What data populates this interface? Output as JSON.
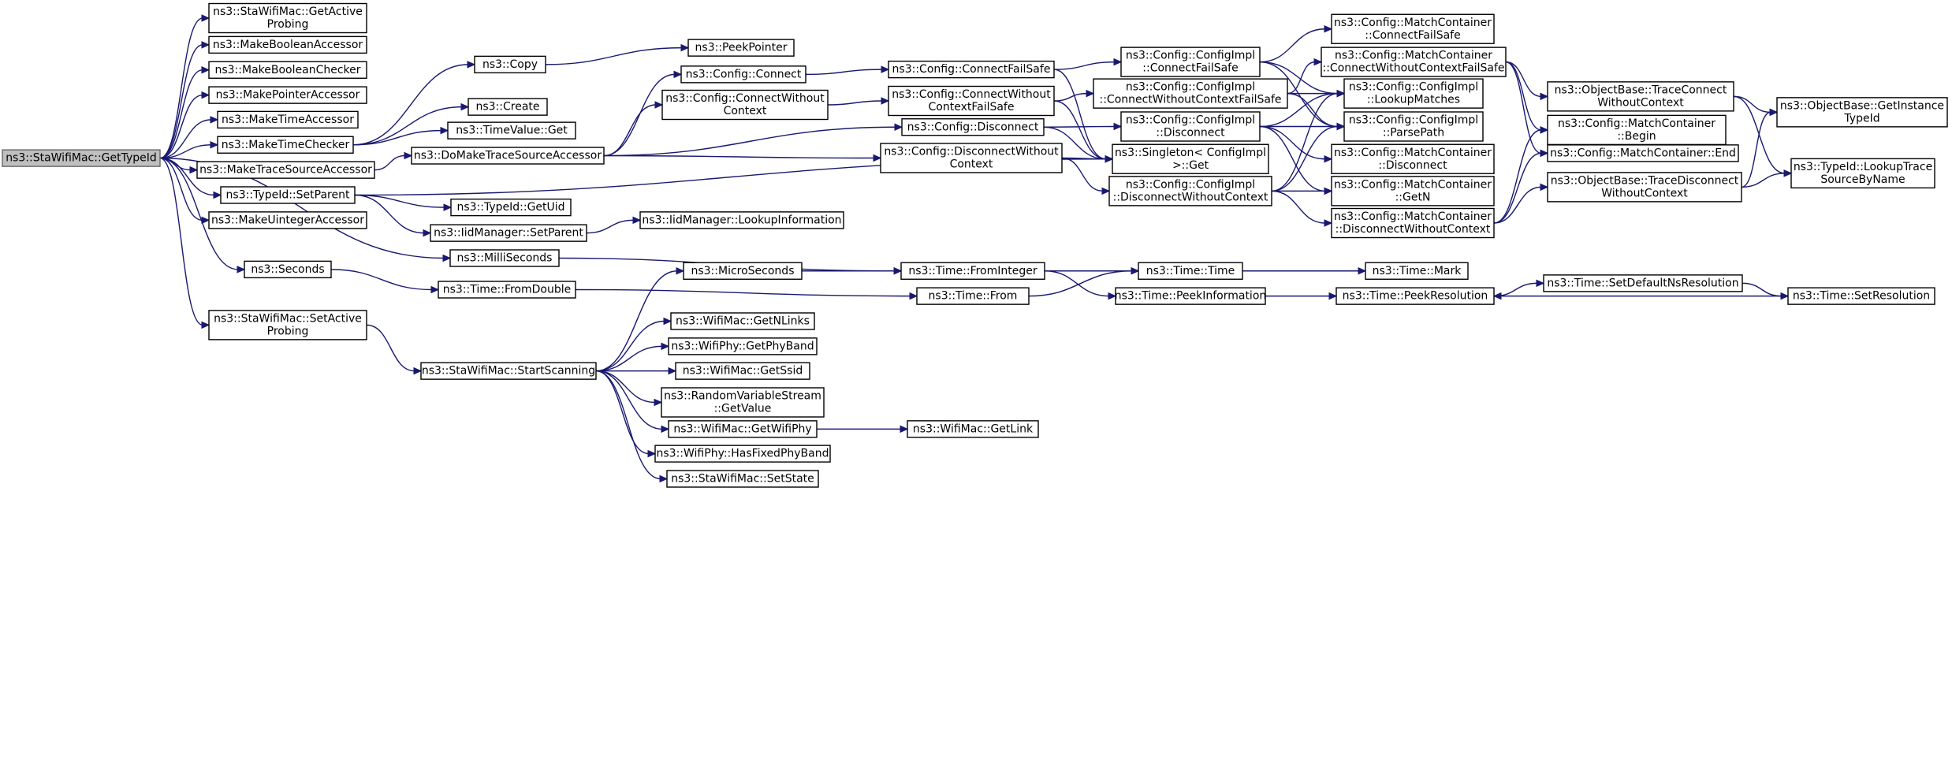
{
  "graph": {
    "root": "ns3::StaWifiMac::GetTypeId",
    "nodes": {
      "getTypeId": [
        "ns3::StaWifiMac::GetTypeId"
      ],
      "getActiveProbing": [
        "ns3::StaWifiMac::GetActive",
        "Probing"
      ],
      "makeBoolAcc": [
        "ns3::MakeBooleanAccessor"
      ],
      "makeBoolChk": [
        "ns3::MakeBooleanChecker"
      ],
      "makePtrAcc": [
        "ns3::MakePointerAccessor"
      ],
      "makeTimeAcc": [
        "ns3::MakeTimeAccessor"
      ],
      "makeTimeChk": [
        "ns3::MakeTimeChecker"
      ],
      "makeTraceSrcAcc": [
        "ns3::MakeTraceSourceAccessor"
      ],
      "setParent": [
        "ns3::TypeId::SetParent"
      ],
      "makeUintAcc": [
        "ns3::MakeUintegerAccessor"
      ],
      "seconds": [
        "ns3::Seconds"
      ],
      "setActiveProbing": [
        "ns3::StaWifiMac::SetActive",
        "Probing"
      ],
      "copy": [
        "ns3::Copy"
      ],
      "peekPointer": [
        "ns3::PeekPointer"
      ],
      "create": [
        "ns3::Create"
      ],
      "timeValueGet": [
        "ns3::TimeValue::Get"
      ],
      "doMakeTraceSrcAcc": [
        "ns3::DoMakeTraceSourceAccessor"
      ],
      "getUid": [
        "ns3::TypeId::GetUid"
      ],
      "iidSetParent": [
        "ns3::IidManager::SetParent"
      ],
      "iidLookupInfo": [
        "ns3::IidManager::LookupInformation"
      ],
      "milliSeconds": [
        "ns3::MilliSeconds"
      ],
      "timeFromDouble": [
        "ns3::Time::FromDouble"
      ],
      "startScanning": [
        "ns3::StaWifiMac::StartScanning"
      ],
      "configConnect": [
        "ns3::Config::Connect"
      ],
      "configConnectWithoutCtx": [
        "ns3::Config::ConnectWithout",
        "Context"
      ],
      "configConnectFailSafe": [
        "ns3::Config::ConnectFailSafe"
      ],
      "configConnectWithoutCtxFS": [
        "ns3::Config::ConnectWithout",
        "ContextFailSafe"
      ],
      "configDisconnect": [
        "ns3::Config::Disconnect"
      ],
      "configDisconnectWithoutCtx": [
        "ns3::Config::DisconnectWithout",
        "Context"
      ],
      "implConnectFailSafe": [
        "ns3::Config::ConfigImpl",
        "::ConnectFailSafe"
      ],
      "implConnectWithoutCtxFS": [
        "ns3::Config::ConfigImpl",
        "::ConnectWithoutContextFailSafe"
      ],
      "implDisconnect": [
        "ns3::Config::ConfigImpl",
        "::Disconnect"
      ],
      "singletonGet": [
        "ns3::Singleton< ConfigImpl",
        " >::Get"
      ],
      "implDisconnectWithoutCtx": [
        "ns3::Config::ConfigImpl",
        "::DisconnectWithoutContext"
      ],
      "mcConnectFailSafe": [
        "ns3::Config::MatchContainer",
        "::ConnectFailSafe"
      ],
      "mcConnectWithoutCtxFS": [
        "ns3::Config::MatchContainer",
        "::ConnectWithoutContextFailSafe"
      ],
      "implLookupMatches": [
        "ns3::Config::ConfigImpl",
        "::LookupMatches"
      ],
      "implParsePath": [
        "ns3::Config::ConfigImpl",
        "::ParsePath"
      ],
      "mcDisconnect": [
        "ns3::Config::MatchContainer",
        "::Disconnect"
      ],
      "mcGetN": [
        "ns3::Config::MatchContainer",
        "::GetN"
      ],
      "mcDisconnectWithoutCtx": [
        "ns3::Config::MatchContainer",
        "::DisconnectWithoutContext"
      ],
      "obTraceConnectWithoutCtx": [
        "ns3::ObjectBase::TraceConnect",
        "WithoutContext"
      ],
      "mcBegin": [
        "ns3::Config::MatchContainer",
        "::Begin"
      ],
      "mcEnd": [
        "ns3::Config::MatchContainer::End"
      ],
      "obTraceDisconnectWithoutCtx": [
        "ns3::ObjectBase::TraceDisconnect",
        "WithoutContext"
      ],
      "obGetInstanceTypeId": [
        "ns3::ObjectBase::GetInstance",
        "TypeId"
      ],
      "typeIdLookupTraceSrc": [
        "ns3::TypeId::LookupTrace",
        "SourceByName"
      ],
      "microSeconds": [
        "ns3::MicroSeconds"
      ],
      "timeFromInteger": [
        "ns3::Time::FromInteger"
      ],
      "timeFrom": [
        "ns3::Time::From"
      ],
      "timeTime": [
        "ns3::Time::Time"
      ],
      "timePeekInfo": [
        "ns3::Time::PeekInformation"
      ],
      "timeMark": [
        "ns3::Time::Mark"
      ],
      "timePeekRes": [
        "ns3::Time::PeekResolution"
      ],
      "timeSetDefaultNsRes": [
        "ns3::Time::SetDefaultNsResolution"
      ],
      "timeSetRes": [
        "ns3::Time::SetResolution"
      ],
      "wifiMacGetNLinks": [
        "ns3::WifiMac::GetNLinks"
      ],
      "wifiPhyGetPhyBand": [
        "ns3::WifiPhy::GetPhyBand"
      ],
      "wifiMacGetSsid": [
        "ns3::WifiMac::GetSsid"
      ],
      "rvsGetValue": [
        "ns3::RandomVariableStream",
        "::GetValue"
      ],
      "wifiMacGetWifiPhy": [
        "ns3::WifiMac::GetWifiPhy"
      ],
      "wifiMacGetLink": [
        "ns3::WifiMac::GetLink"
      ],
      "wifiPhyHasFixedPhyBand": [
        "ns3::WifiPhy::HasFixedPhyBand"
      ],
      "staSetState": [
        "ns3::StaWifiMac::SetState"
      ]
    },
    "edges": [
      [
        "getTypeId",
        "getActiveProbing"
      ],
      [
        "getTypeId",
        "makeBoolAcc"
      ],
      [
        "getTypeId",
        "makeBoolChk"
      ],
      [
        "getTypeId",
        "makePtrAcc"
      ],
      [
        "getTypeId",
        "makeTimeAcc"
      ],
      [
        "getTypeId",
        "makeTimeChk"
      ],
      [
        "getTypeId",
        "makeTraceSrcAcc"
      ],
      [
        "getTypeId",
        "setParent"
      ],
      [
        "getTypeId",
        "makeUintAcc"
      ],
      [
        "getTypeId",
        "milliSeconds"
      ],
      [
        "getTypeId",
        "seconds"
      ],
      [
        "getTypeId",
        "setActiveProbing"
      ],
      [
        "makeTimeChk",
        "copy"
      ],
      [
        "makeTimeChk",
        "create"
      ],
      [
        "makeTimeChk",
        "timeValueGet"
      ],
      [
        "copy",
        "peekPointer"
      ],
      [
        "makeTraceSrcAcc",
        "doMakeTraceSrcAcc"
      ],
      [
        "doMakeTraceSrcAcc",
        "configConnect"
      ],
      [
        "doMakeTraceSrcAcc",
        "configConnectWithoutCtx"
      ],
      [
        "doMakeTraceSrcAcc",
        "configDisconnect"
      ],
      [
        "doMakeTraceSrcAcc",
        "configDisconnectWithoutCtx"
      ],
      [
        "setParent",
        "singletonGet"
      ],
      [
        "setParent",
        "getUid"
      ],
      [
        "setParent",
        "iidSetParent"
      ],
      [
        "iidSetParent",
        "iidLookupInfo"
      ],
      [
        "milliSeconds",
        "timeFromInteger"
      ],
      [
        "seconds",
        "timeFromDouble"
      ],
      [
        "timeFromDouble",
        "timeFrom"
      ],
      [
        "setActiveProbing",
        "startScanning"
      ],
      [
        "configConnect",
        "configConnectFailSafe"
      ],
      [
        "configConnectWithoutCtx",
        "configConnectWithoutCtxFS"
      ],
      [
        "configConnectFailSafe",
        "implConnectFailSafe"
      ],
      [
        "configConnectFailSafe",
        "singletonGet"
      ],
      [
        "configConnectWithoutCtxFS",
        "implConnectWithoutCtxFS"
      ],
      [
        "configConnectWithoutCtxFS",
        "singletonGet"
      ],
      [
        "configDisconnect",
        "implDisconnect"
      ],
      [
        "configDisconnect",
        "singletonGet"
      ],
      [
        "configDisconnectWithoutCtx",
        "singletonGet"
      ],
      [
        "configDisconnectWithoutCtx",
        "implDisconnectWithoutCtx"
      ],
      [
        "implConnectFailSafe",
        "mcConnectFailSafe"
      ],
      [
        "implConnectFailSafe",
        "implLookupMatches"
      ],
      [
        "implConnectFailSafe",
        "implParsePath"
      ],
      [
        "implConnectWithoutCtxFS",
        "mcConnectWithoutCtxFS"
      ],
      [
        "implConnectWithoutCtxFS",
        "implLookupMatches"
      ],
      [
        "implConnectWithoutCtxFS",
        "implParsePath"
      ],
      [
        "implDisconnect",
        "implLookupMatches"
      ],
      [
        "implDisconnect",
        "implParsePath"
      ],
      [
        "implDisconnect",
        "mcDisconnect"
      ],
      [
        "implDisconnect",
        "mcGetN"
      ],
      [
        "implDisconnectWithoutCtx",
        "implLookupMatches"
      ],
      [
        "implDisconnectWithoutCtx",
        "implParsePath"
      ],
      [
        "implDisconnectWithoutCtx",
        "mcGetN"
      ],
      [
        "implDisconnectWithoutCtx",
        "mcDisconnectWithoutCtx"
      ],
      [
        "mcConnectWithoutCtxFS",
        "obTraceConnectWithoutCtx"
      ],
      [
        "mcConnectWithoutCtxFS",
        "mcBegin"
      ],
      [
        "mcConnectWithoutCtxFS",
        "mcEnd"
      ],
      [
        "mcDisconnectWithoutCtx",
        "mcBegin"
      ],
      [
        "mcDisconnectWithoutCtx",
        "mcEnd"
      ],
      [
        "mcDisconnectWithoutCtx",
        "obTraceDisconnectWithoutCtx"
      ],
      [
        "obTraceConnectWithoutCtx",
        "obGetInstanceTypeId"
      ],
      [
        "obTraceConnectWithoutCtx",
        "typeIdLookupTraceSrc"
      ],
      [
        "obTraceDisconnectWithoutCtx",
        "obGetInstanceTypeId"
      ],
      [
        "obTraceDisconnectWithoutCtx",
        "typeIdLookupTraceSrc"
      ],
      [
        "startScanning",
        "microSeconds"
      ],
      [
        "startScanning",
        "wifiMacGetNLinks"
      ],
      [
        "startScanning",
        "wifiPhyGetPhyBand"
      ],
      [
        "startScanning",
        "wifiMacGetSsid"
      ],
      [
        "startScanning",
        "rvsGetValue"
      ],
      [
        "startScanning",
        "wifiMacGetWifiPhy"
      ],
      [
        "startScanning",
        "wifiPhyHasFixedPhyBand"
      ],
      [
        "startScanning",
        "staSetState"
      ],
      [
        "wifiMacGetWifiPhy",
        "wifiMacGetLink"
      ],
      [
        "microSeconds",
        "timeFromInteger"
      ],
      [
        "timeFromInteger",
        "timeTime"
      ],
      [
        "timeFromInteger",
        "timePeekInfo"
      ],
      [
        "timeFrom",
        "timeTime"
      ],
      [
        "timeTime",
        "timeMark"
      ],
      [
        "timePeekInfo",
        "timePeekRes"
      ],
      [
        "timePeekRes",
        "timeSetDefaultNsRes"
      ],
      [
        "timeSetDefaultNsRes",
        "timeSetRes"
      ],
      [
        "timeSetRes",
        "timePeekRes"
      ]
    ]
  }
}
